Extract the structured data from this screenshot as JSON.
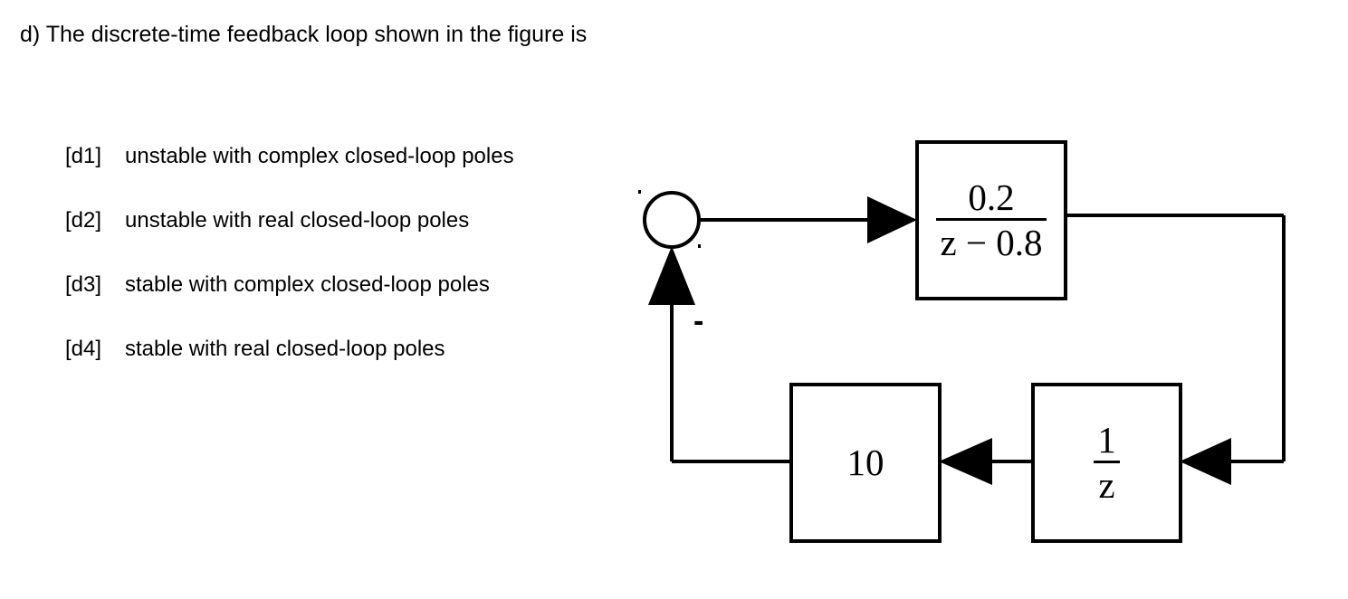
{
  "question": {
    "prompt": "d) The discrete-time feedback loop shown in the figure is"
  },
  "options": [
    {
      "tag": "[d1]",
      "text": "unstable with complex closed-loop poles"
    },
    {
      "tag": "[d2]",
      "text": "unstable with real closed-loop poles"
    },
    {
      "tag": "[d3]",
      "text": "stable with complex closed-loop poles"
    },
    {
      "tag": "[d4]",
      "text": "stable with real closed-loop poles"
    }
  ],
  "diagram": {
    "summing_junction": {
      "sign": "-"
    },
    "forward_block": {
      "numerator": "0.2",
      "denominator": "z − 0.8"
    },
    "gain_block": {
      "value": "10"
    },
    "delay_block": {
      "numerator": "1",
      "denominator": "z"
    },
    "colors": {
      "line": "#000000",
      "background": "#ffffff",
      "text": "#000000"
    }
  }
}
